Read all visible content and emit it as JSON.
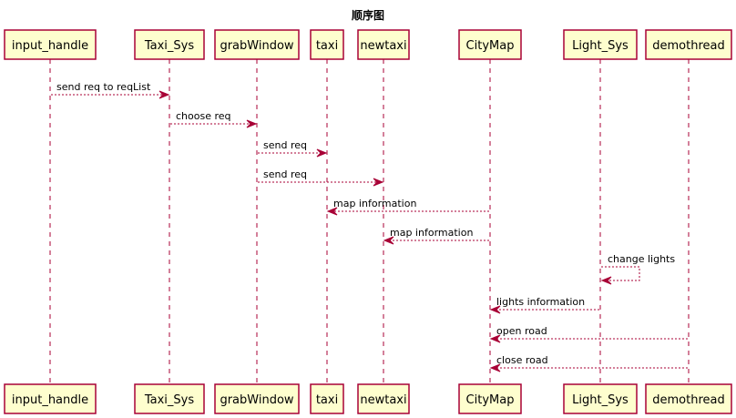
{
  "title": "顺序图",
  "participants": [
    {
      "id": "input_handle",
      "label": "input_handle"
    },
    {
      "id": "Taxi_Sys",
      "label": "Taxi_Sys"
    },
    {
      "id": "grabWindow",
      "label": "grabWindow"
    },
    {
      "id": "taxi",
      "label": "taxi"
    },
    {
      "id": "newtaxi",
      "label": "newtaxi"
    },
    {
      "id": "CityMap",
      "label": "CityMap"
    },
    {
      "id": "Light_Sys",
      "label": "Light_Sys"
    },
    {
      "id": "demothread",
      "label": "demothread"
    }
  ],
  "messages": [
    {
      "from": "input_handle",
      "to": "Taxi_Sys",
      "label": "send req to reqList"
    },
    {
      "from": "Taxi_Sys",
      "to": "grabWindow",
      "label": "choose req"
    },
    {
      "from": "grabWindow",
      "to": "taxi",
      "label": "send req"
    },
    {
      "from": "grabWindow",
      "to": "newtaxi",
      "label": "send req"
    },
    {
      "from": "CityMap",
      "to": "taxi",
      "label": "map information"
    },
    {
      "from": "CityMap",
      "to": "newtaxi",
      "label": "map information"
    },
    {
      "from": "Light_Sys",
      "to": "Light_Sys",
      "label": "change lights"
    },
    {
      "from": "Light_Sys",
      "to": "CityMap",
      "label": "lights information"
    },
    {
      "from": "demothread",
      "to": "CityMap",
      "label": "open road"
    },
    {
      "from": "demothread",
      "to": "CityMap",
      "label": "close road"
    }
  ],
  "colors": {
    "line": "#a80036",
    "box_fill": "#fefece",
    "text": "#000000"
  }
}
